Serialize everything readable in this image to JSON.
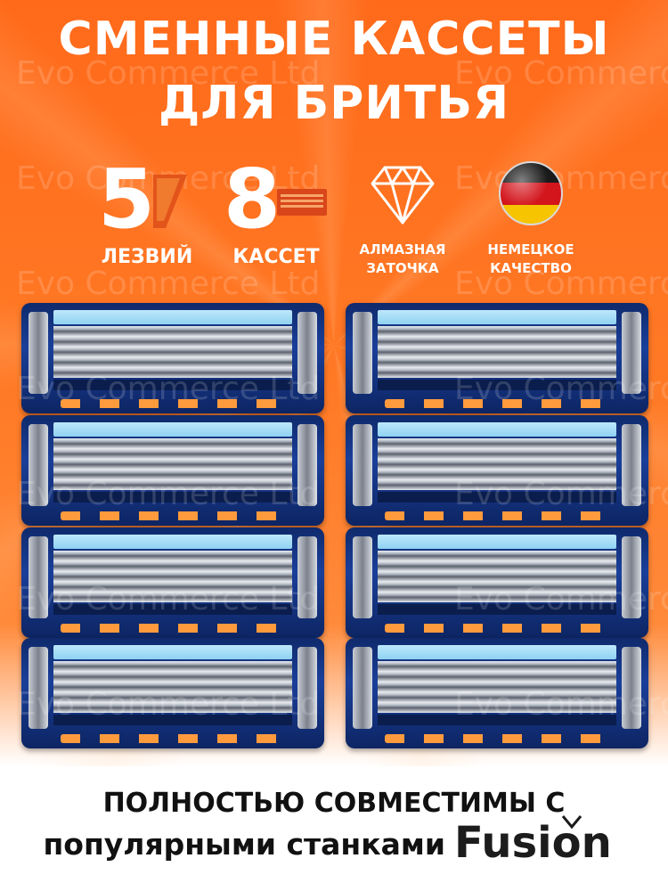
{
  "title": {
    "line1": "СМЕННЫЕ КАССЕТЫ",
    "line2": "ДЛЯ БРИТЬЯ"
  },
  "features": [
    {
      "number": "5",
      "label": "ЛЕЗВИЙ",
      "icon": "blade-icon"
    },
    {
      "number": "8",
      "label": "КАССЕТ",
      "icon": "cartridge-icon"
    },
    {
      "line1": "АЛМАЗНАЯ",
      "line2": "ЗАТОЧКА",
      "icon": "diamond-icon"
    },
    {
      "line1": "НЕМЕЦКОЕ",
      "line2": "КАЧЕСТВО",
      "icon": "germany-flag-icon"
    }
  ],
  "watermark": "Evo Commerce Ltd",
  "bottom": {
    "line1": "ПОЛНОСТЬЮ СОВМЕСТИМЫ С",
    "line2": "популярными станками",
    "brand": "Fusion"
  },
  "colors": {
    "background": "#ff6a1a",
    "cartridge_blue": "#1a3f9a",
    "accent_orange": "#ff9a3d"
  }
}
